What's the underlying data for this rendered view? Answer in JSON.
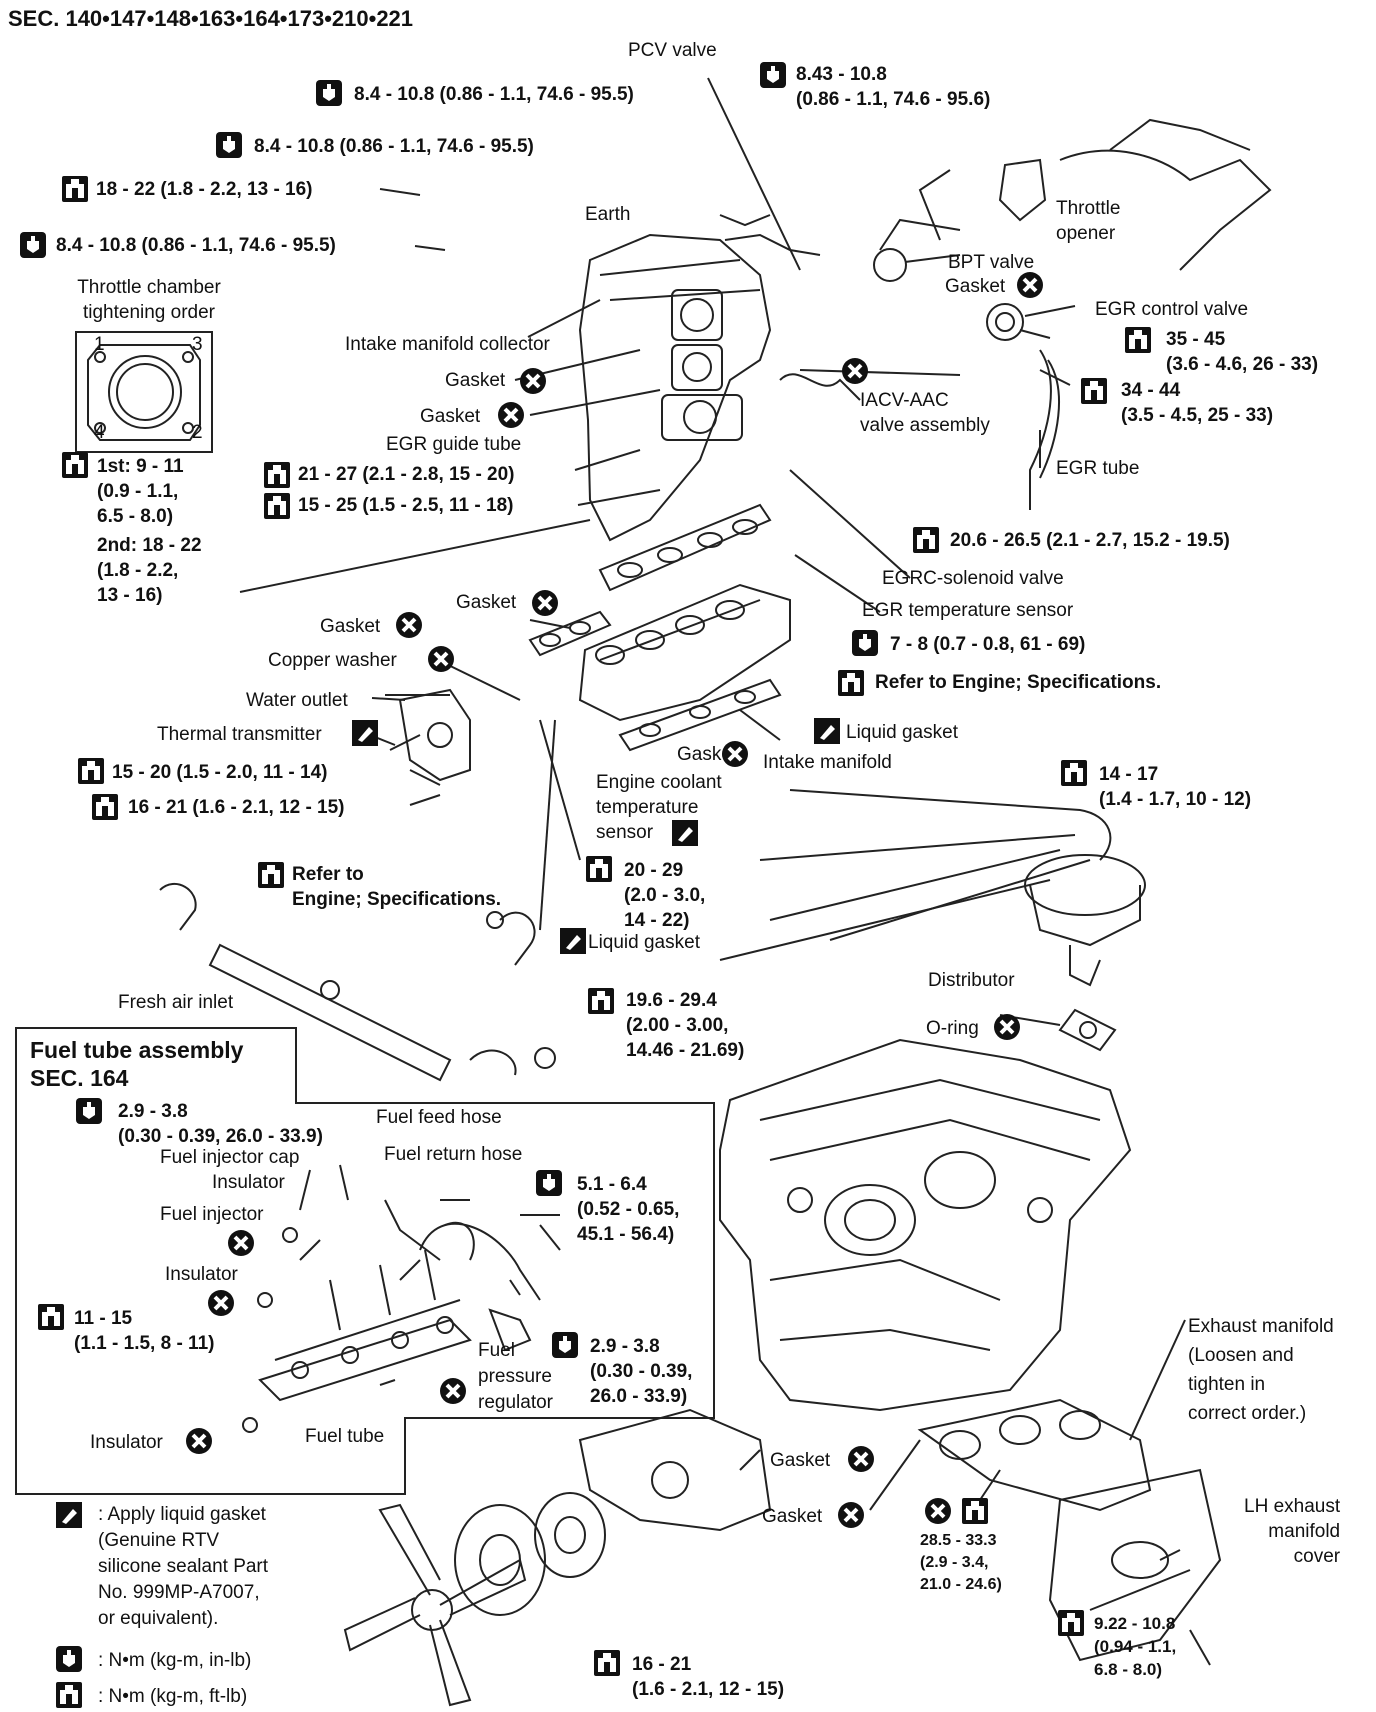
{
  "section_header": "SEC. 140•147•148•163•164•173•210•221",
  "torque_notes": [
    {
      "text": "8.4 - 10.8 (0.86 - 1.1, 74.6 - 95.5)",
      "icon": "torque-in-lb-icon"
    },
    {
      "text": "8.43 - 10.8\n(0.86 - 1.1, 74.6 - 95.6)",
      "icon": "torque-in-lb-icon"
    },
    {
      "text": "8.4 - 10.8 (0.86 - 1.1, 74.6 - 95.5)",
      "icon": "torque-in-lb-icon"
    },
    {
      "text": "18 - 22 (1.8 - 2.2, 13 - 16)",
      "icon": "torque-ft-lb-icon"
    },
    {
      "text": "8.4 - 10.8 (0.86 - 1.1, 74.6 - 95.5)",
      "icon": "torque-in-lb-icon"
    },
    {
      "text": "35 - 45\n(3.6 - 4.6, 26 - 33)",
      "icon": "torque-ft-lb-icon"
    },
    {
      "text": "34 - 44\n(3.5 - 4.5, 25 - 33)",
      "icon": "torque-ft-lb-icon"
    },
    {
      "text": "21 - 27 (2.1 - 2.8, 15 - 20)",
      "icon": "torque-ft-lb-icon"
    },
    {
      "text": "15 - 25 (1.5 - 2.5, 11 - 18)",
      "icon": "torque-ft-lb-icon"
    },
    {
      "text": "20.6 - 26.5 (2.1 - 2.7, 15.2 - 19.5)",
      "icon": "torque-ft-lb-icon"
    },
    {
      "text": "7 - 8 (0.7 - 0.8, 61 - 69)",
      "icon": "torque-in-lb-icon"
    },
    {
      "text": "Refer to Engine; Specifications.",
      "icon": "torque-ft-lb-icon"
    },
    {
      "text": "15 - 20 (1.5 - 2.0, 11 - 14)",
      "icon": "torque-ft-lb-icon"
    },
    {
      "text": "16 - 21 (1.6 - 2.1, 12 - 15)",
      "icon": "torque-ft-lb-icon"
    },
    {
      "text": "14 - 17\n(1.4 - 1.7, 10 - 12)",
      "icon": "torque-ft-lb-icon"
    },
    {
      "text": "Refer to\nEngine; Specifications.",
      "icon": "torque-ft-lb-icon"
    },
    {
      "text": "20 - 29\n(2.0 - 3.0,\n14 - 22)",
      "icon": "torque-ft-lb-icon"
    },
    {
      "text": "19.6 - 29.4\n(2.00 - 3.00,\n14.46 - 21.69)",
      "icon": "torque-ft-lb-icon"
    },
    {
      "text": "2.9 - 3.8\n(0.30 - 0.39, 26.0 - 33.9)",
      "icon": "torque-in-lb-icon"
    },
    {
      "text": "5.1 - 6.4\n(0.52 - 0.65,\n45.1 - 56.4)",
      "icon": "torque-in-lb-icon"
    },
    {
      "text": "11 - 15\n(1.1 - 1.5, 8 - 11)",
      "icon": "torque-ft-lb-icon"
    },
    {
      "text": "2.9 - 3.8\n(0.30 - 0.39,\n26.0 - 33.9)",
      "icon": "torque-in-lb-icon"
    },
    {
      "text": "28.5 - 33.3\n(2.9 - 3.4,\n21.0 - 24.6)",
      "icon": "torque-ft-lb-icon"
    },
    {
      "text": "9.22 - 10.8\n(0.94 - 1.1,\n6.8 - 8.0)",
      "icon": "torque-ft-lb-icon"
    },
    {
      "text": "16 - 21\n(1.6 - 2.1, 12 - 15)",
      "icon": "torque-ft-lb-icon"
    }
  ],
  "tightening_order": {
    "title": "Throttle chamber\ntightening order",
    "bolts": [
      "1",
      "3",
      "4",
      "2"
    ],
    "first": "1st: 9 - 11\n(0.9 - 1.1,\n6.5 - 8.0)",
    "second": "2nd: 18 - 22\n(1.8 - 2.2,\n13 - 16)"
  },
  "part_labels": {
    "pcv_valve": "PCV valve",
    "earth": "Earth",
    "throttle_opener": "Throttle\nopener",
    "bpt_valve": "BPT valve",
    "gasket": "Gasket",
    "egr_control_valve": "EGR control valve",
    "intake_manifold_collector": "Intake manifold collector",
    "iacv_aac": "IACV-AAC\nvalve assembly",
    "egr_guide_tube": "EGR guide tube",
    "egr_tube": "EGR tube",
    "egrc_solenoid": "EGRC-solenoid valve",
    "egr_temp_sensor": "EGR temperature sensor",
    "copper_washer": "Copper washer",
    "water_outlet": "Water outlet",
    "thermal_transmitter": "Thermal transmitter",
    "liquid_gasket": "Liquid gasket",
    "intake_manifold": "Intake manifold",
    "engine_coolant_sensor": "Engine coolant\ntemperature\nsensor",
    "distributor": "Distributor",
    "o_ring": "O-ring",
    "fresh_air_inlet": "Fresh air inlet",
    "exhaust_manifold": "Exhaust manifold\n(Loosen and\ntighten in\ncorrect order.)",
    "lh_exhaust_cover": "LH exhaust\nmanifold\ncover"
  },
  "fuel_tube_assembly": {
    "title": "Fuel tube assembly\nSEC. 164",
    "fuel_feed_hose": "Fuel feed hose",
    "fuel_return_hose": "Fuel return hose",
    "fuel_injector_cap": "Fuel injector cap",
    "insulator": "Insulator",
    "fuel_injector": "Fuel injector",
    "fuel_pressure_regulator": "Fuel\npressure\nregulator",
    "fuel_tube": "Fuel tube"
  },
  "legend": {
    "liquid_gasket_note": ": Apply liquid gasket\n(Genuine RTV\nsilicone sealant Part\nNo. 999MP-A7007,\nor equivalent).",
    "in_lb_note": ": N•m (kg-m, in-lb)",
    "ft_lb_note": ": N•m (kg-m, ft-lb)"
  }
}
